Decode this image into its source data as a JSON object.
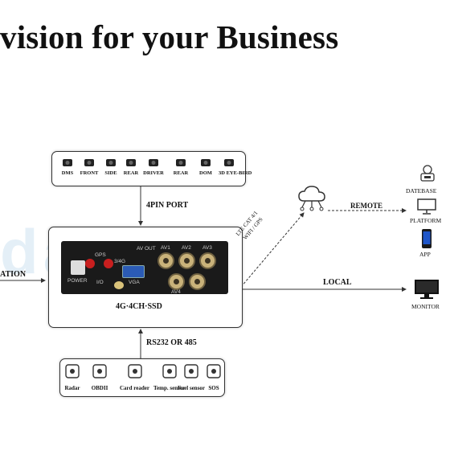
{
  "headline": "vision for your Business",
  "watermark": "dai",
  "cameras": {
    "items": [
      {
        "label": "DMS",
        "icon": "dms-camera-icon"
      },
      {
        "label": "FRONT",
        "icon": "front-camera-icon"
      },
      {
        "label": "SIDE",
        "icon": "side-camera-icon"
      },
      {
        "label": "REAR",
        "icon": "rear-camera-icon"
      },
      {
        "label": "DRIVER",
        "icon": "driver-camera-icon"
      },
      {
        "label": "REAR",
        "icon": "rear-camera-2-icon"
      },
      {
        "label": "DOM",
        "icon": "dome-camera-icon"
      },
      {
        "label": "3D EYE-BIRD",
        "icon": "eye-bird-camera-icon"
      }
    ]
  },
  "port_label": "4PIN PORT",
  "device": {
    "caption": "4G·4CH·SSD",
    "power": "POWER",
    "io": "I/O",
    "av_out": "AV OUT",
    "vga": "VGA",
    "gps": "GPS",
    "fourg": "3/4G",
    "av1": "AV1",
    "av2": "AV2",
    "av3": "AV3",
    "av4": "AV4"
  },
  "left_label": "ATION",
  "link_label_1": "LTE CAT 4/1",
  "link_label_2": "WIFI / GPS",
  "remote_label": "REMOTE",
  "local_label": "LOCAL",
  "rs_label": "RS232 OR 485",
  "right_items": {
    "datebase": "DATEBASE",
    "platform": "PLATFORM",
    "app": "APP",
    "monitor": "MONITOR"
  },
  "sensors": {
    "items": [
      {
        "label": "Radar",
        "icon": "radar-icon"
      },
      {
        "label": "OBDII",
        "icon": "obd-icon"
      },
      {
        "label": "Card reader",
        "icon": "card-reader-icon"
      },
      {
        "label": "Temp. sensor",
        "icon": "temperature-sensor-icon"
      },
      {
        "label": "Fuel sensor",
        "icon": "fuel-sensor-icon"
      },
      {
        "label": "SOS",
        "icon": "sos-button-icon"
      }
    ]
  },
  "colors": {
    "watermark": "#cfe3f2",
    "antenna": "#c81f1f",
    "connector": "#c9b27a",
    "phone": "#1f56c9"
  }
}
